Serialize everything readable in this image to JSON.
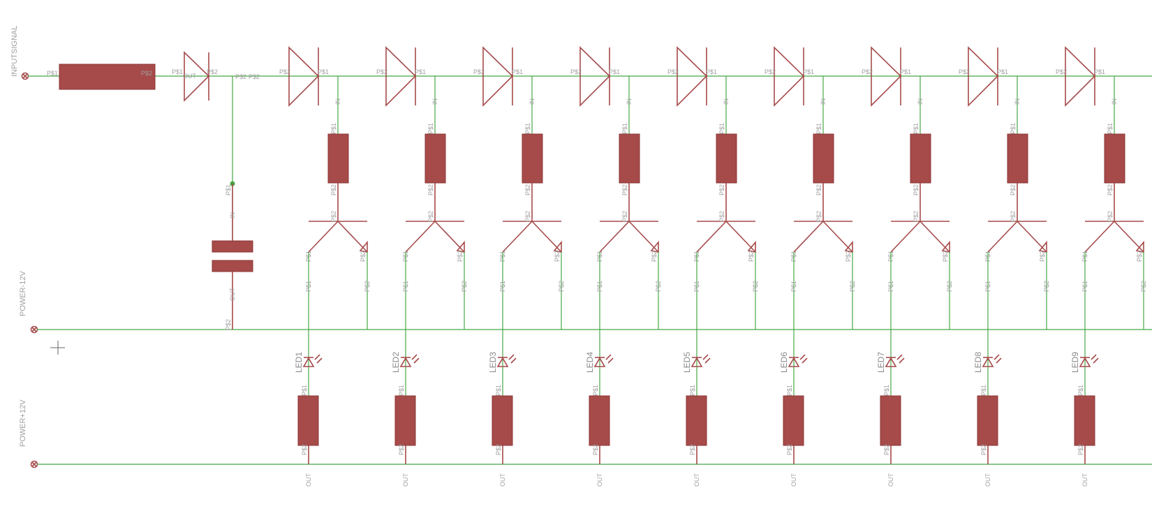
{
  "nets": {
    "input": "INPUTSIGNAL",
    "neg": "POWER-12V",
    "pos": "POWER+12V"
  },
  "pins": {
    "p1": "P$1",
    "p2": "P$2",
    "in": "IN",
    "out": "OUT"
  },
  "regulator": {
    "out_label": "OUT"
  },
  "stages": [
    {
      "led": "LED1"
    },
    {
      "led": "LED2"
    },
    {
      "led": "LED3"
    },
    {
      "led": "LED4"
    },
    {
      "led": "LED5"
    },
    {
      "led": "LED6"
    },
    {
      "led": "LED7"
    },
    {
      "led": "LED8"
    },
    {
      "led": "LED9"
    }
  ],
  "colors": {
    "wire": "#45a845",
    "component": "#a64a4a",
    "label": "#a0a0a0",
    "background": "#ffffff"
  },
  "icons": {
    "net_terminal": "circle-x-icon",
    "diode": "diode-triangle-icon",
    "transistor": "npn-transistor-icon",
    "led": "led-icon",
    "capacitor": "capacitor-icon",
    "cursor": "crosshair-icon"
  }
}
